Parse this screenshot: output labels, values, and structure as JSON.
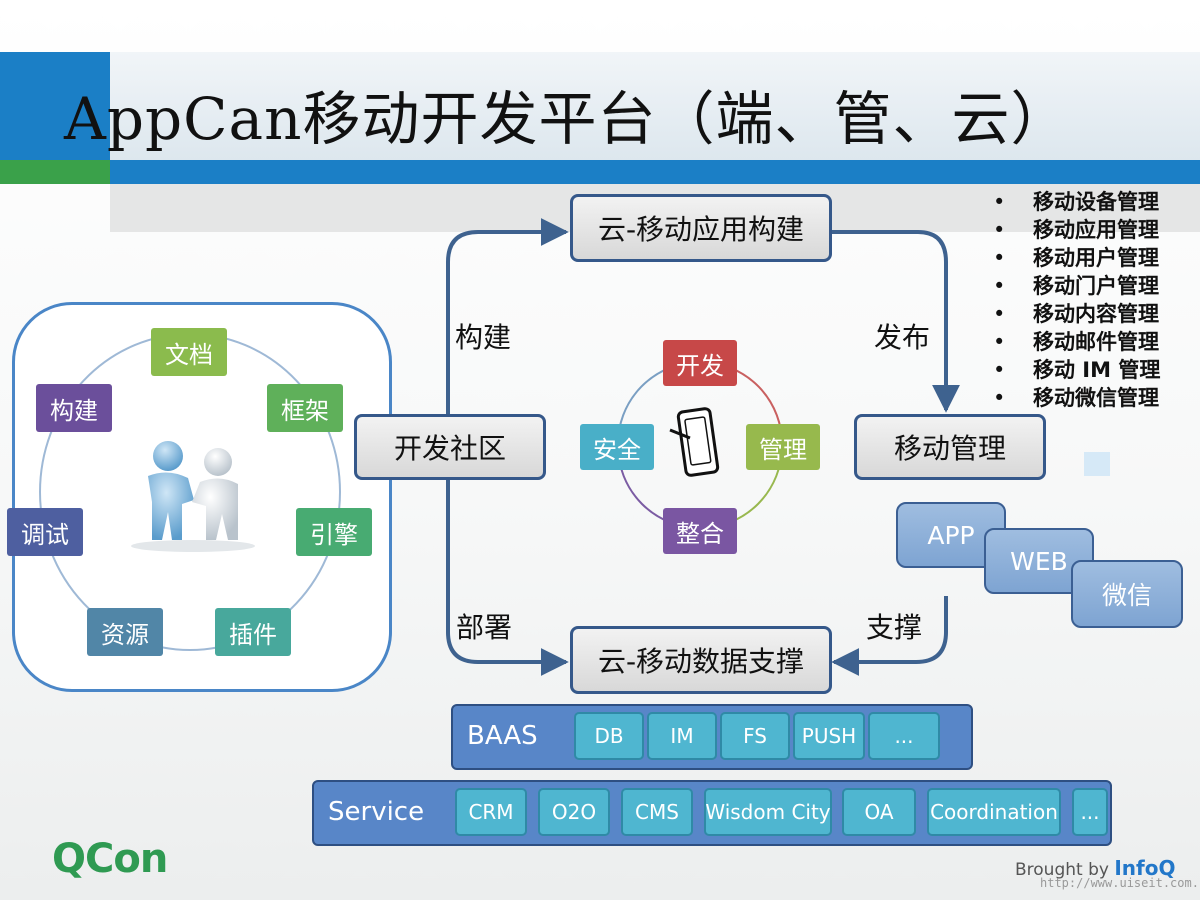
{
  "title": "AppCan移动开发平台（端、管、云）",
  "colors": {
    "box_border": "#35588a",
    "arrow": "#3e628f",
    "accent_blue": "#1b7fc6",
    "accent_green": "#3aa14a"
  },
  "boxes": {
    "cloud_build": "云-移动应用构建",
    "dev_community": "开发社区",
    "mobile_mgmt": "移动管理",
    "cloud_data": "云-移动数据支撑"
  },
  "edges": {
    "build": "构建",
    "publish": "发布",
    "deploy": "部署",
    "support": "支撑"
  },
  "left_cycle": {
    "nodes": [
      "文档",
      "框架",
      "引擎",
      "插件",
      "资源",
      "调试",
      "构建"
    ],
    "center_image": "handshake-figures"
  },
  "phone_cycle": {
    "nodes": [
      "开发",
      "管理",
      "整合",
      "安全"
    ],
    "center_icon": "phone-icon"
  },
  "mgmt_list": [
    "移动设备管理",
    "移动应用管理",
    "移动用户管理",
    "移动门户管理",
    "移动内容管理",
    "移动邮件管理",
    "移动 IM 管理",
    "移动微信管理"
  ],
  "platforms": [
    "APP",
    "WEB",
    "微信"
  ],
  "baas": {
    "label": "BAAS",
    "items": [
      "DB",
      "IM",
      "FS",
      "PUSH",
      "..."
    ]
  },
  "service": {
    "label": "Service",
    "items": [
      "CRM",
      "O2O",
      "CMS",
      "Wisdom City",
      "OA",
      "Coordination",
      "..."
    ]
  },
  "footer": {
    "logo": "QCon",
    "brought_by": "Brought by",
    "infoq": "InfoQ",
    "url": "http://www.uiseit.com.cn"
  }
}
